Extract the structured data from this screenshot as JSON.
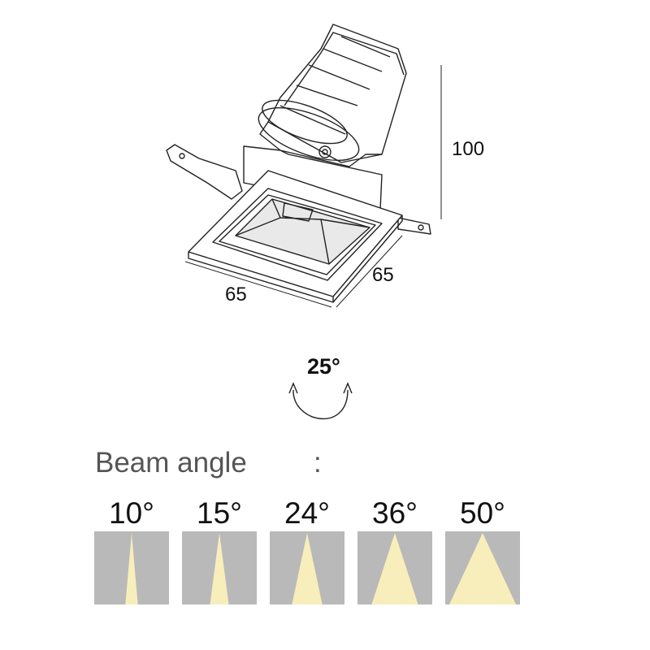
{
  "dimensions": {
    "height": "100",
    "width": "65",
    "depth": "65"
  },
  "tilt": {
    "label": "25°",
    "icon": "tilt-arrows-icon"
  },
  "beam": {
    "heading": "Beam angle",
    "separator": ":",
    "options": [
      {
        "label": "10°",
        "angle": 10
      },
      {
        "label": "15°",
        "angle": 15
      },
      {
        "label": "24°",
        "angle": 24
      },
      {
        "label": "36°",
        "angle": 36
      },
      {
        "label": "50°",
        "angle": 50
      }
    ]
  },
  "colors": {
    "beam_light": "#f7eebb",
    "beam_background": "#b9b9b9",
    "heading_text": "#555555"
  }
}
